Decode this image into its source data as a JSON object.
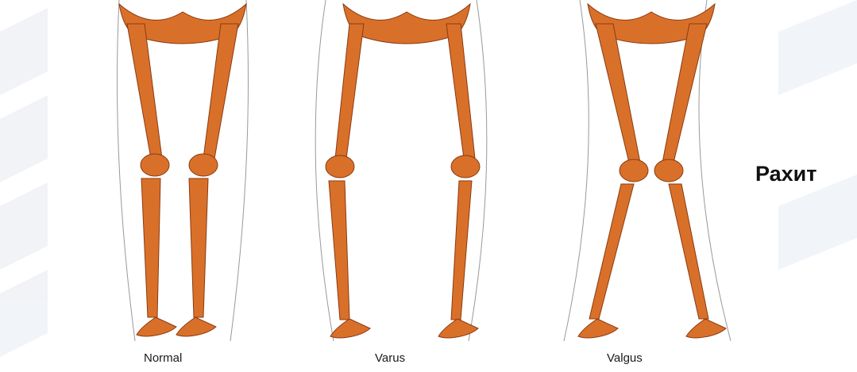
{
  "captions": {
    "normal": "Normal",
    "varus": "Varus",
    "valgus": "Valgus"
  },
  "side_title": "Рахит",
  "colors": {
    "bone": "#d9702a",
    "bone_outline": "#8a3a10",
    "background": "#ffffff",
    "stripe": "#eef1f6"
  }
}
